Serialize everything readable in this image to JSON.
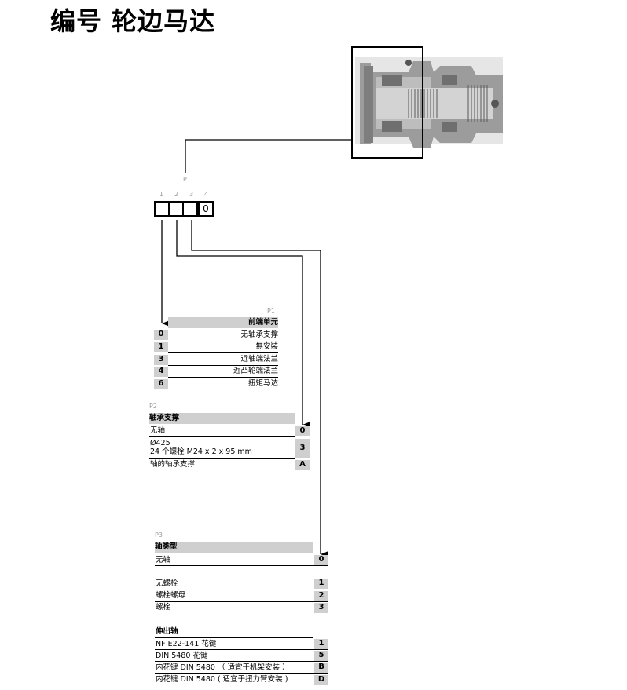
{
  "title": "编号 轮边马达",
  "code": {
    "p_label": "P",
    "positions": [
      "1",
      "2",
      "3",
      "4"
    ],
    "fixed_value": "0"
  },
  "p1": {
    "label": "P1",
    "header": "前端单元",
    "rows": [
      {
        "code": "0",
        "text": "无轴承支撑"
      },
      {
        "code": "1",
        "text": "無安裝"
      },
      {
        "code": "3",
        "text": "近轴端法兰"
      },
      {
        "code": "4",
        "text": "近凸轮端法兰"
      },
      {
        "code": "6",
        "text": "扭矩马达"
      }
    ]
  },
  "p2": {
    "label": "P2",
    "header": "轴承支撑",
    "rows": [
      {
        "code": "0",
        "line1": "无轴",
        "line2": ""
      },
      {
        "code": "3",
        "line1": "Ø425",
        "line2": "24 个螺栓 M24 x 2 x 95 mm"
      },
      {
        "code": "A",
        "line1": "轴的轴承支撑",
        "line2": ""
      }
    ]
  },
  "p3": {
    "label": "P3",
    "header": "轴类型",
    "group1": [
      {
        "code": "0",
        "text": "无轴"
      }
    ],
    "group2": [
      {
        "code": "1",
        "text": "无螺栓"
      },
      {
        "code": "2",
        "text": "螺栓螺母"
      },
      {
        "code": "3",
        "text": "螺栓"
      }
    ],
    "subheader": "伸出轴",
    "group3": [
      {
        "code": "1",
        "text": "NF E22-141 花键"
      },
      {
        "code": "5",
        "text": "DIN 5480 花键"
      },
      {
        "code": "B",
        "text": "内花键 DIN 5480 （ 适宜于机架安装 ）"
      },
      {
        "code": "D",
        "text": "内花键 DIN 5480 ( 适宜于扭力臂安装 )"
      }
    ]
  }
}
